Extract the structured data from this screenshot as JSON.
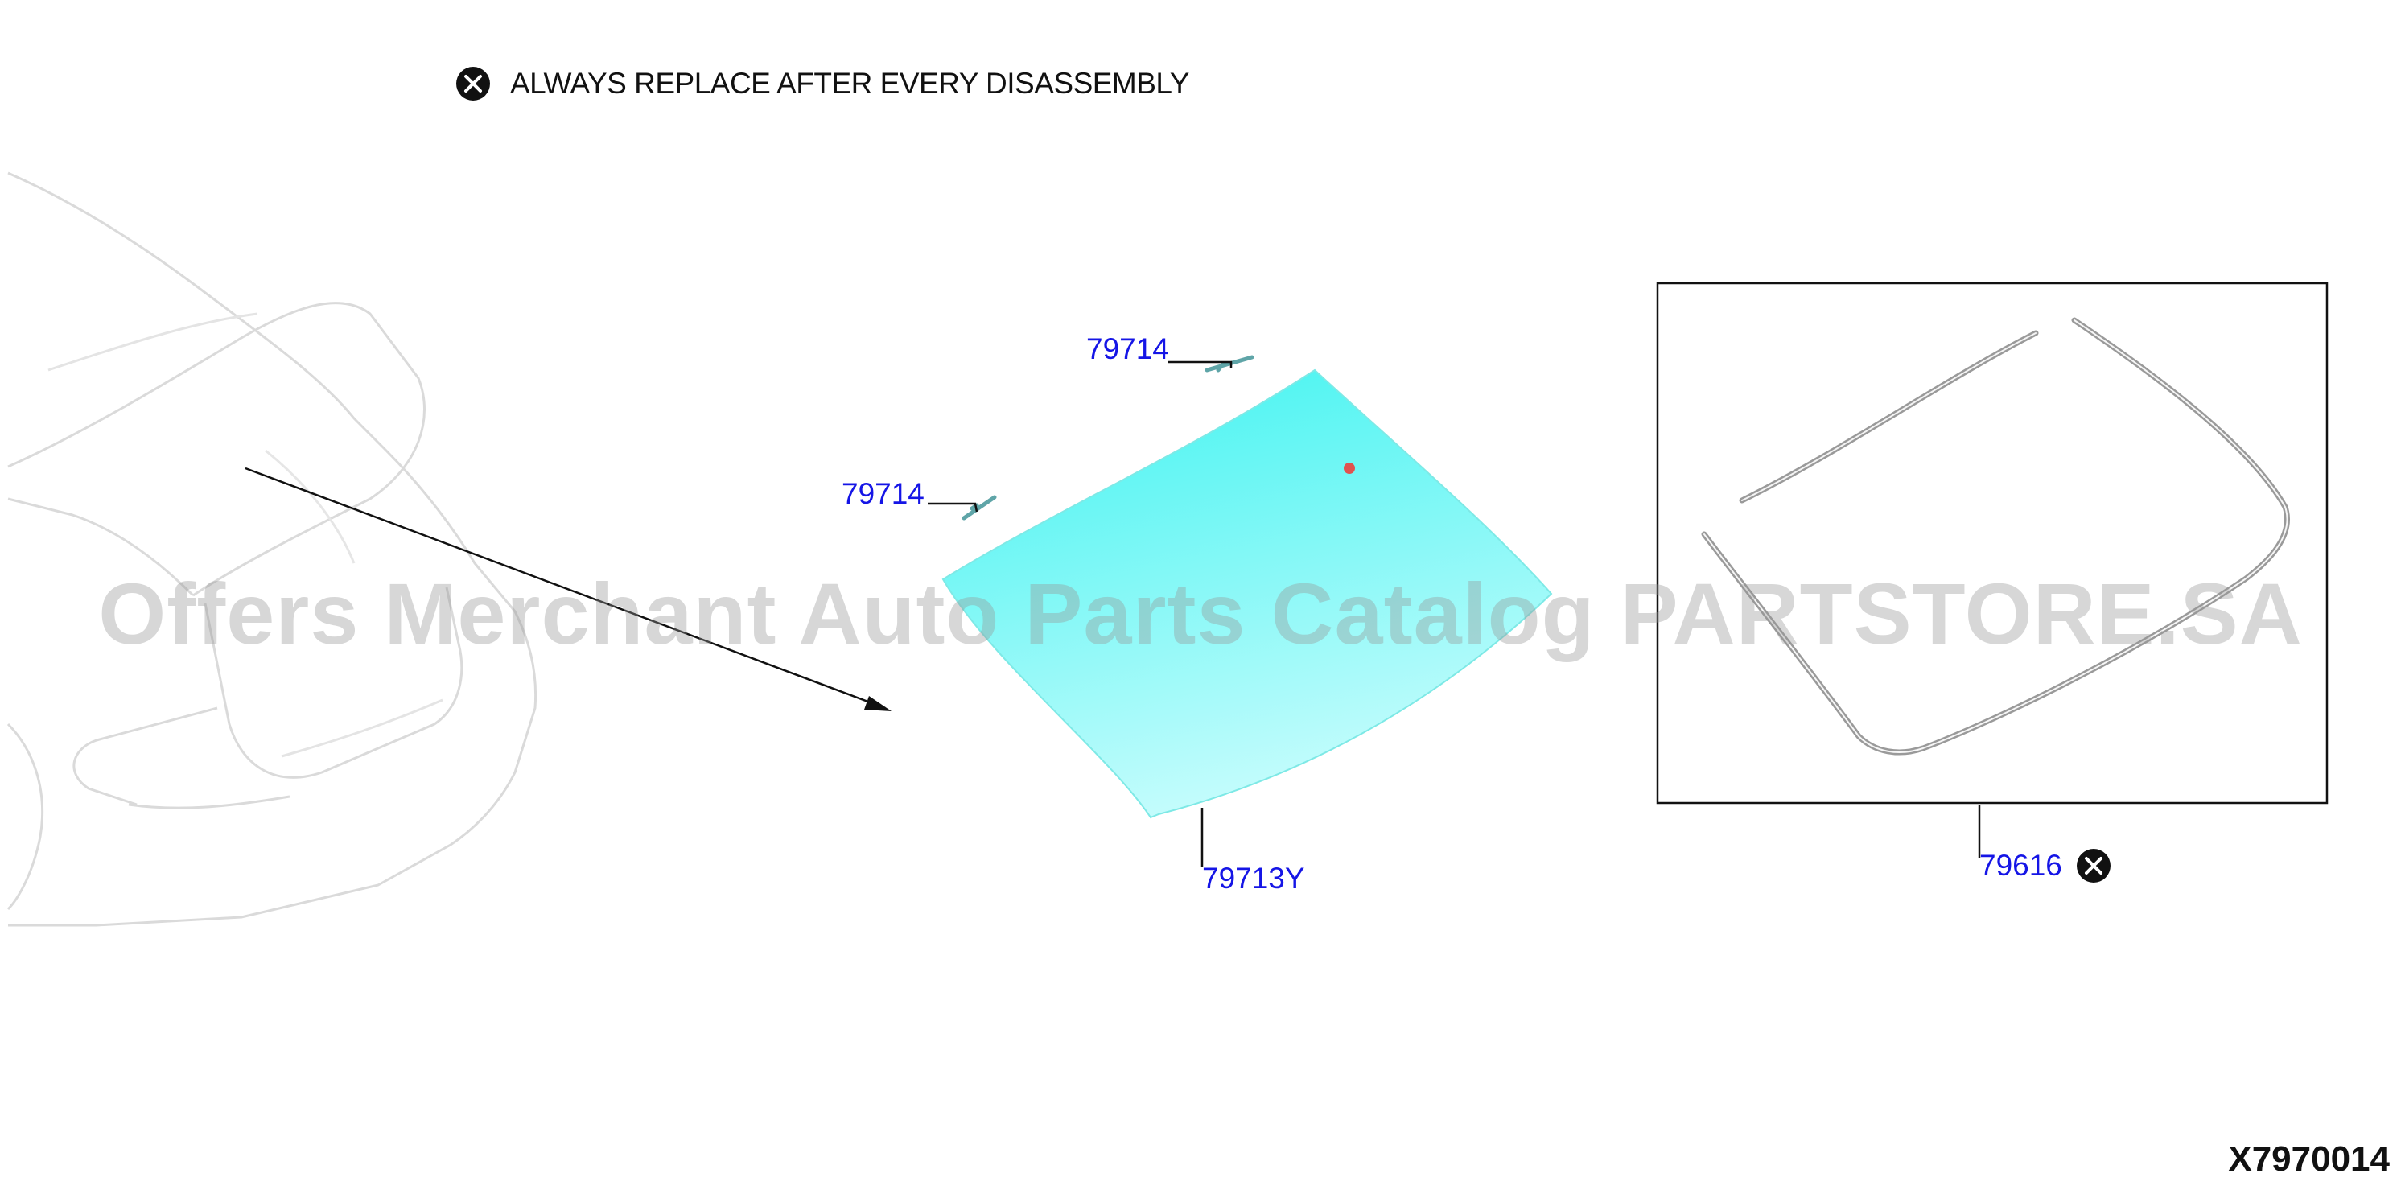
{
  "legend": {
    "icon": "replace-part-icon",
    "text": "ALWAYS REPLACE AFTER EVERY DISASSEMBLY"
  },
  "callouts": {
    "clip_upper": "79714",
    "clip_left": "79714",
    "glass": "79713Y",
    "molding": "79616"
  },
  "diagram_code": "X7970014",
  "watermark": "Offers Merchant Auto Parts Catalog PARTSTORE.SA",
  "colors": {
    "callout_link": "#1515e6",
    "glass_fill_top": "#4af5f2",
    "glass_fill_bottom": "#b8fbfb",
    "line": "#111111",
    "vehicle_outline": "#d8d8d8"
  }
}
